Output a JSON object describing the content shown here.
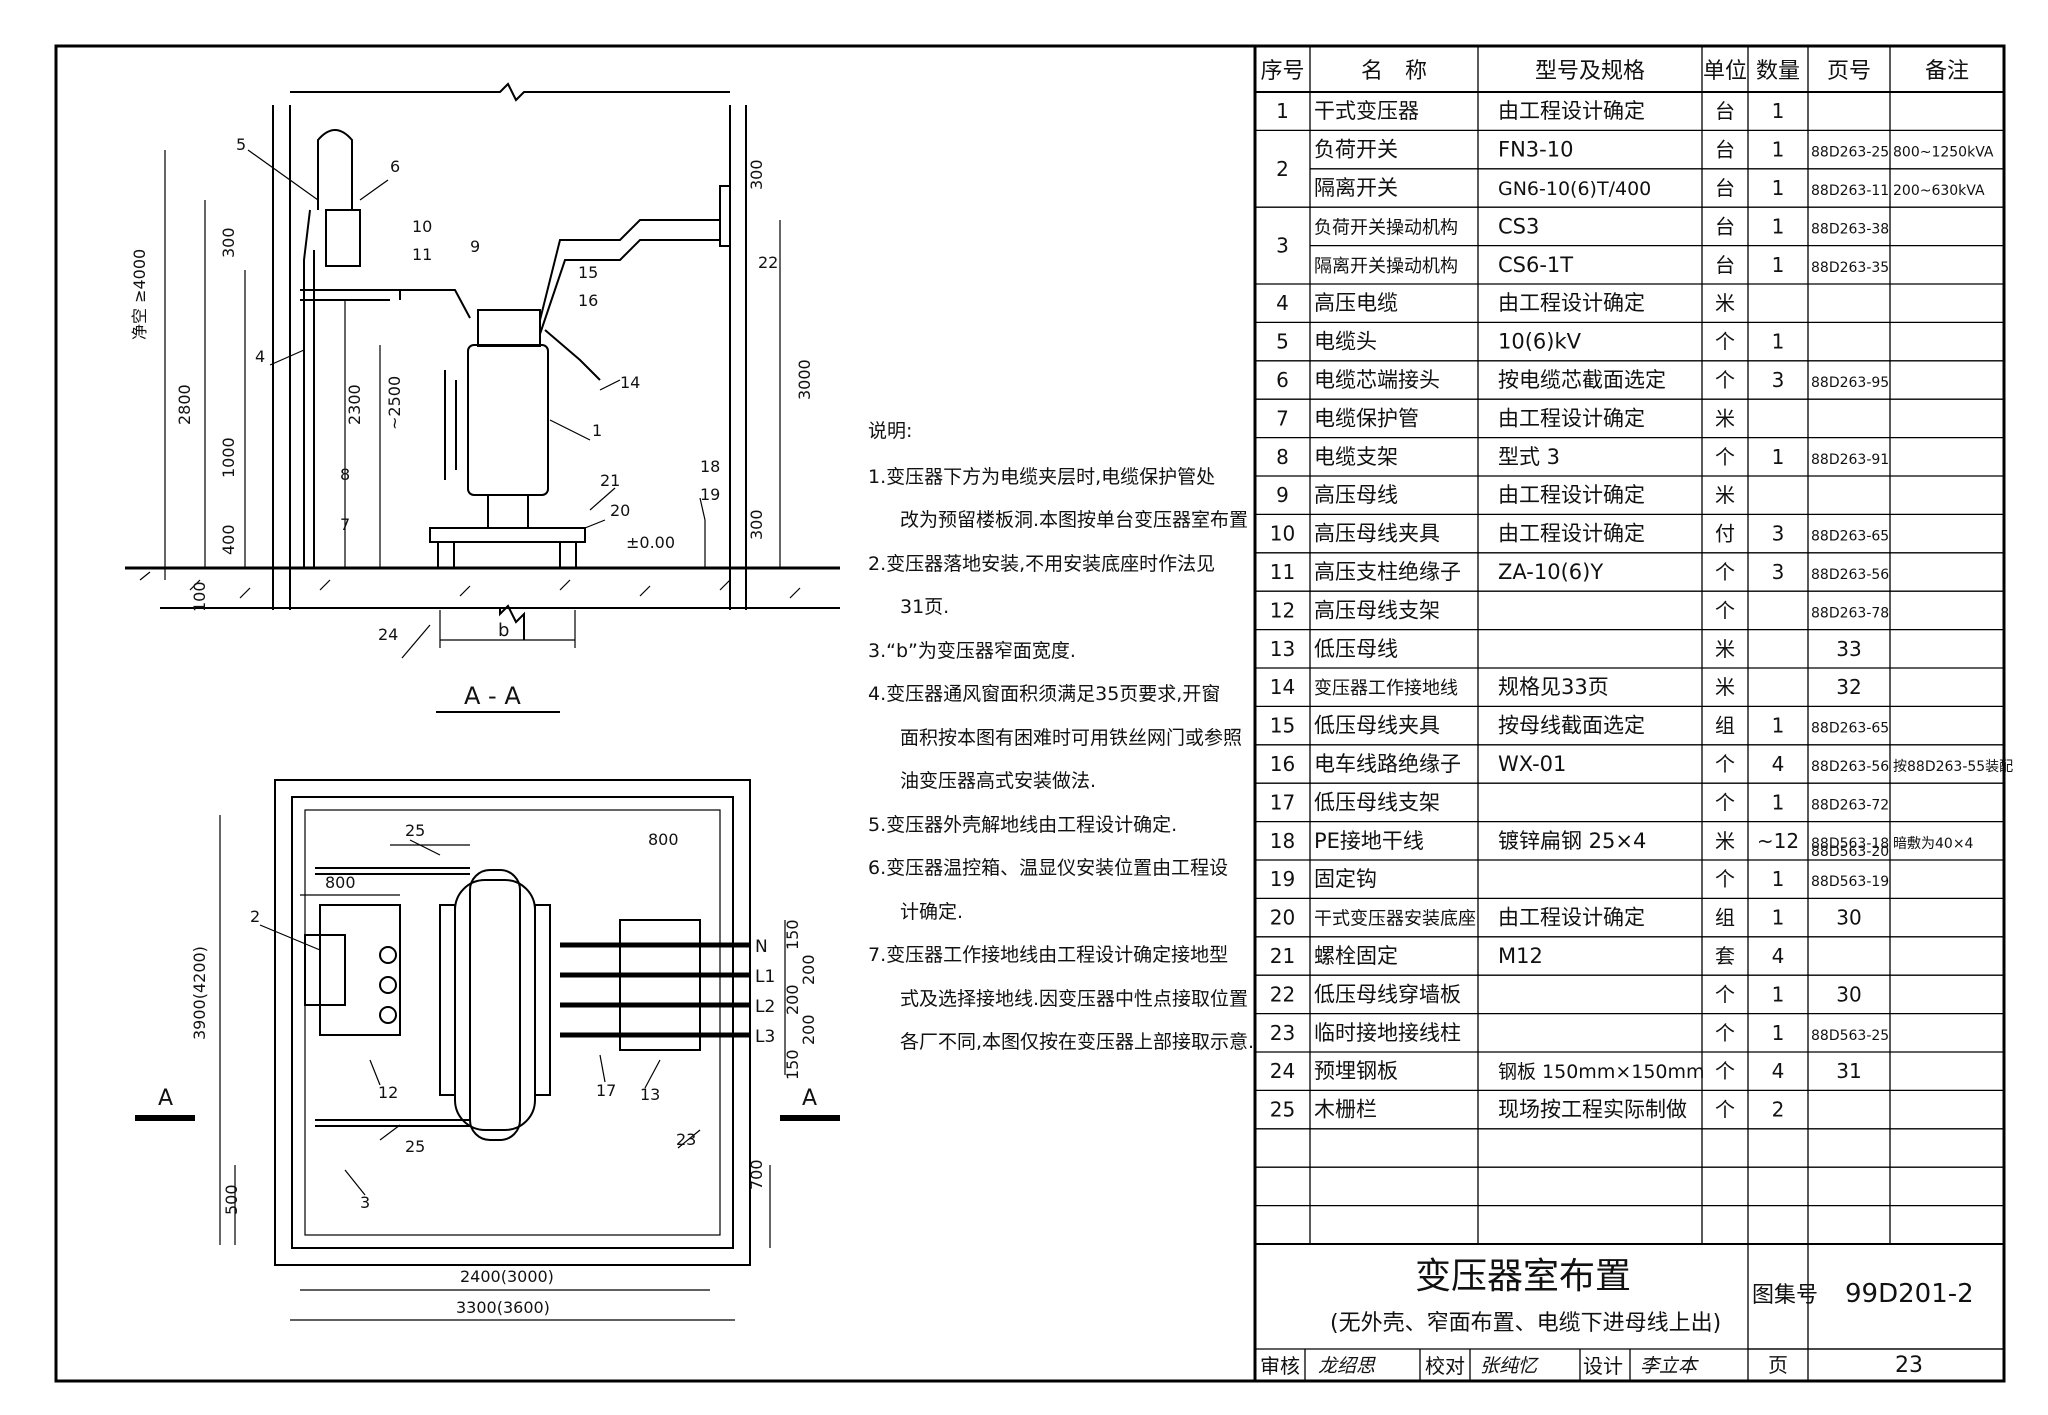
{
  "drawing": {
    "section_title": "A - A",
    "section_mark": "A",
    "elevation_dims": {
      "clear_height": "净空 ≥4000",
      "d2800": "2800",
      "d2300": "2300",
      "d2500": "~2500",
      "d1000": "1000",
      "d400": "400",
      "d100": "100",
      "d300a": "300",
      "d300b": "300",
      "d300c": "300",
      "d3000": "3000",
      "zero": "±0.00",
      "b": "b"
    },
    "elevation_callouts": [
      "5",
      "6",
      "10",
      "11",
      "9",
      "4",
      "8",
      "7",
      "1",
      "14",
      "15",
      "16",
      "22",
      "21",
      "20",
      "18",
      "19",
      "24"
    ],
    "plan_dims": {
      "d3900": "3900(4200)",
      "d800a": "800",
      "d800b": "800",
      "d2400": "2400(3000)",
      "d3300": "3300(3600)",
      "d500": "500",
      "d700": "700",
      "d150a": "150",
      "d200a": "200",
      "d200b": "200",
      "d200c": "200",
      "d150b": "150"
    },
    "plan_callouts": [
      "25",
      "2",
      "12",
      "17",
      "13",
      "25",
      "3",
      "23"
    ],
    "bus_labels": [
      "N",
      "L1",
      "L2",
      "L3"
    ]
  },
  "notes": {
    "title": "说明:",
    "lines": [
      {
        "text": "1.变压器下方为电缆夹层时,电缆保护管处",
        "indent": false
      },
      {
        "text": "改为预留楼板洞.本图按单台变压器室布置",
        "indent": true
      },
      {
        "text": "2.变压器落地安装,不用安装底座时作法见",
        "indent": false
      },
      {
        "text": "31页.",
        "indent": true
      },
      {
        "text": "3.“b”为变压器窄面宽度.",
        "indent": false
      },
      {
        "text": "4.变压器通风窗面积须满足35页要求,开窗",
        "indent": false
      },
      {
        "text": "面积按本图有困难时可用铁丝网门或参照",
        "indent": true
      },
      {
        "text": "油变压器高式安装做法.",
        "indent": true
      },
      {
        "text": "5.变压器外壳解地线由工程设计确定.",
        "indent": false
      },
      {
        "text": "6.变压器温控箱、温显仪安装位置由工程设",
        "indent": false
      },
      {
        "text": "计确定.",
        "indent": true
      },
      {
        "text": "7.变压器工作接地线由工程设计确定接地型",
        "indent": false
      },
      {
        "text": "式及选择接地线.因变压器中性点接取位置",
        "indent": true
      },
      {
        "text": "各厂不同,本图仅按在变压器上部接取示意.",
        "indent": true
      }
    ]
  },
  "table": {
    "headers": [
      "序号",
      "名　称",
      "型号及规格",
      "单位",
      "数量",
      "页号",
      "备注"
    ],
    "rows": [
      [
        "1",
        "干式变压器",
        "由工程设计确定",
        "台",
        "1",
        "",
        ""
      ],
      [
        "2",
        "负荷开关",
        "FN3-10",
        "台",
        "1",
        "88D263-25",
        "800~1250kVA"
      ],
      [
        "",
        "隔离开关",
        "GN6-10(6)T/400",
        "台",
        "1",
        "88D263-11",
        "200~630kVA"
      ],
      [
        "3",
        "负荷开关操动机构",
        "CS3",
        "台",
        "1",
        "88D263-38",
        ""
      ],
      [
        "",
        "隔离开关操动机构",
        "CS6-1T",
        "台",
        "1",
        "88D263-35",
        ""
      ],
      [
        "4",
        "高压电缆",
        "由工程设计确定",
        "米",
        "",
        "",
        ""
      ],
      [
        "5",
        "电缆头",
        "10(6)kV",
        "个",
        "1",
        "",
        ""
      ],
      [
        "6",
        "电缆芯端接头",
        "按电缆芯截面选定",
        "个",
        "3",
        "88D263-95",
        ""
      ],
      [
        "7",
        "电缆保护管",
        "由工程设计确定",
        "米",
        "",
        "",
        ""
      ],
      [
        "8",
        "电缆支架",
        "型式 3",
        "个",
        "1",
        "88D263-91",
        ""
      ],
      [
        "9",
        "高压母线",
        "由工程设计确定",
        "米",
        "",
        "",
        ""
      ],
      [
        "10",
        "高压母线夹具",
        "由工程设计确定",
        "付",
        "3",
        "88D263-65",
        ""
      ],
      [
        "11",
        "高压支柱绝缘子",
        "ZA-10(6)Y",
        "个",
        "3",
        "88D263-56",
        ""
      ],
      [
        "12",
        "高压母线支架",
        "",
        "个",
        "",
        "88D263-78",
        ""
      ],
      [
        "13",
        "低压母线",
        "",
        "米",
        "",
        "33",
        ""
      ],
      [
        "14",
        "变压器工作接地线",
        "规格见33页",
        "米",
        "",
        "32",
        ""
      ],
      [
        "15",
        "低压母线夹具",
        "按母线截面选定",
        "组",
        "1",
        "88D263-65",
        ""
      ],
      [
        "16",
        "电车线路绝缘子",
        "WX-01",
        "个",
        "4",
        "88D263-56",
        "按88D263-55装配"
      ],
      [
        "17",
        "低压母线支架",
        "",
        "个",
        "1",
        "88D263-72",
        ""
      ],
      [
        "18",
        "PE接地干线",
        "镀锌扁钢 25×4",
        "米",
        "~12",
        "88D563-18",
        "暗敷为40×4"
      ],
      [
        "19",
        "固定钩",
        "",
        "个",
        "1",
        "88D563-19",
        ""
      ],
      [
        "20",
        "干式变压器安装底座",
        "由工程设计确定",
        "组",
        "1",
        "30",
        ""
      ],
      [
        "21",
        "螺栓固定",
        "M12",
        "套",
        "4",
        "",
        ""
      ],
      [
        "22",
        "低压母线穿墙板",
        "",
        "个",
        "1",
        "30",
        ""
      ],
      [
        "23",
        "临时接地接线柱",
        "",
        "个",
        "1",
        "88D563-25",
        ""
      ],
      [
        "24",
        "预埋钢板",
        "钢板 150mm×150mm",
        "个",
        "4",
        "31",
        ""
      ],
      [
        "25",
        "木栅栏",
        "现场按工程实际制做",
        "个",
        "2",
        "",
        ""
      ]
    ],
    "extra_page_ref": "88D563-20"
  },
  "title_block": {
    "title": "变压器室布置",
    "subtitle": "(无外壳、窄面布置、电缆下进母线上出)",
    "atlas_label": "图集号",
    "atlas_no": "99D201-2",
    "page_label": "页",
    "page_no": "23",
    "review_label": "审核",
    "review_sig": "龙绍思",
    "check_label": "校对",
    "check_sig": "张纯忆",
    "design_label": "设计",
    "design_sig": "李立本"
  }
}
